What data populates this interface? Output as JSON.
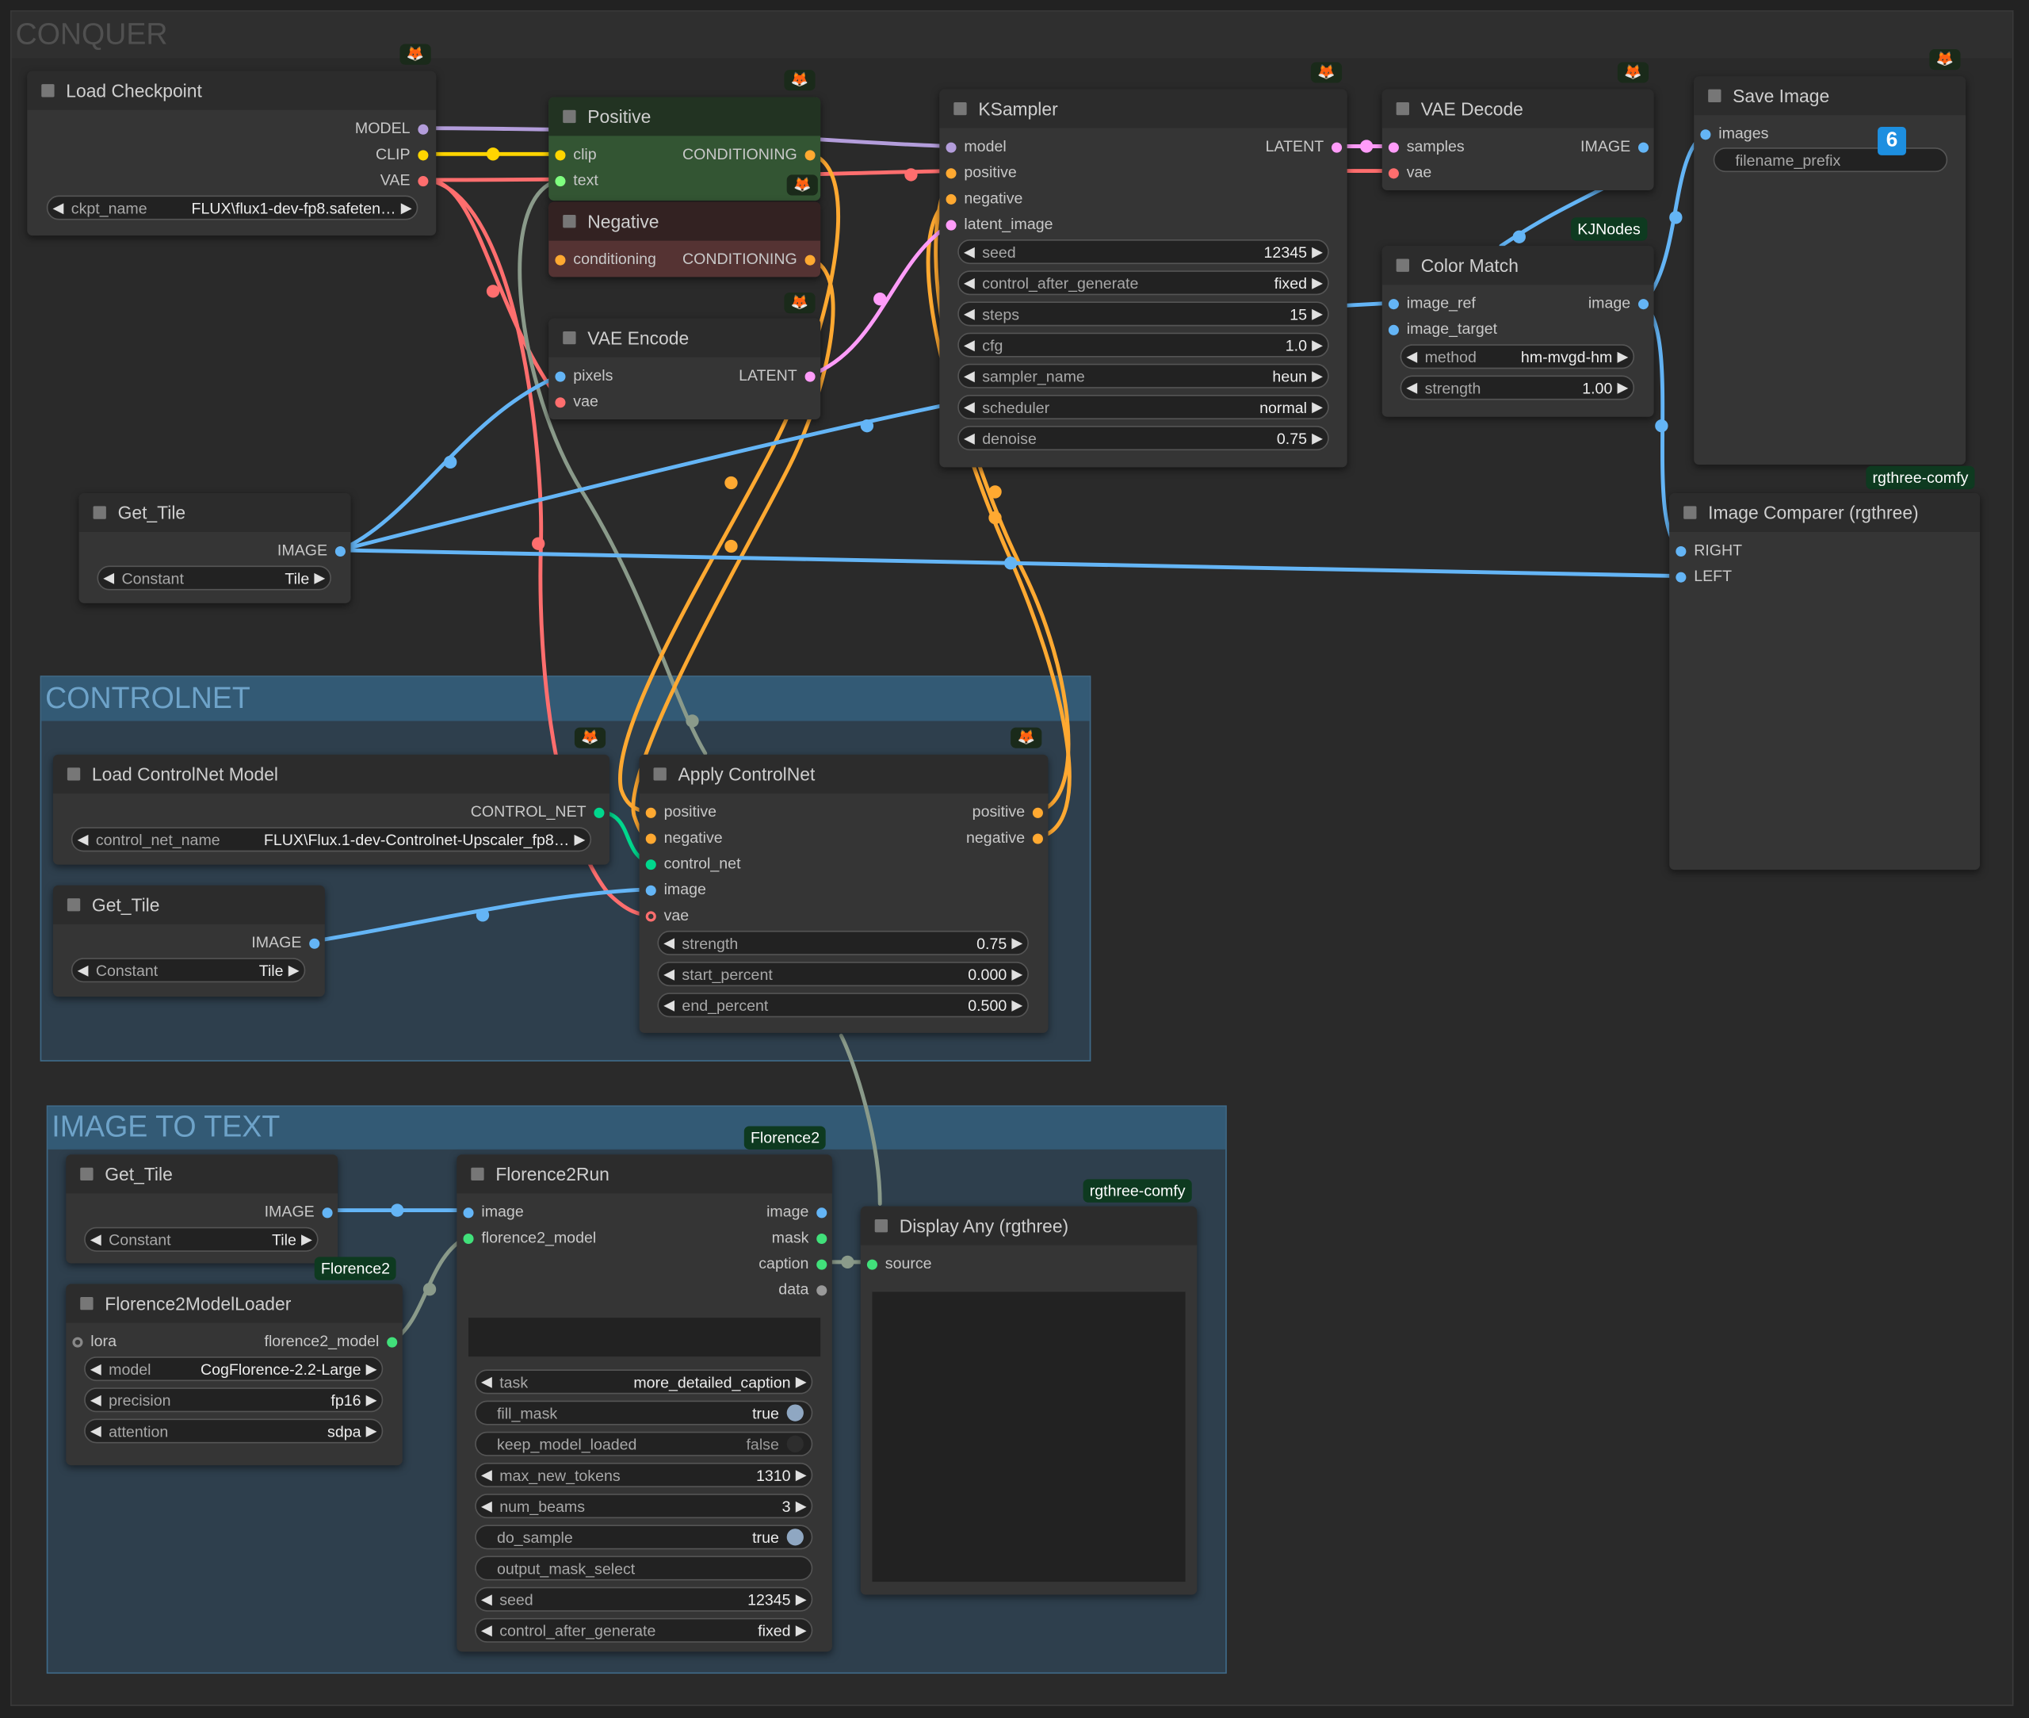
{
  "groups": {
    "conquer": "CONQUER",
    "controlnet": "CONTROLNET",
    "image_to_text": "IMAGE TO TEXT"
  },
  "badges": {
    "kjnodes": "KJNodes",
    "rgthree_compare": "rgthree-comfy",
    "rgthree_display": "rgthree-comfy",
    "florence2_run": "Florence2",
    "florence2_loader": "Florence2",
    "save_count": "6"
  },
  "nodes": {
    "load_checkpoint": {
      "title": "Load Checkpoint",
      "outputs": [
        "MODEL",
        "CLIP",
        "VAE"
      ],
      "ckpt_name_label": "ckpt_name",
      "ckpt_name_value": "FLUX\\flux1-dev-fp8.safeten…"
    },
    "positive": {
      "title": "Positive",
      "in_clip": "clip",
      "in_text": "text",
      "out": "CONDITIONING"
    },
    "negative": {
      "title": "Negative",
      "in": "conditioning",
      "out": "CONDITIONING"
    },
    "vae_encode": {
      "title": "VAE Encode",
      "in_pixels": "pixels",
      "in_vae": "vae",
      "out": "LATENT"
    },
    "ksampler": {
      "title": "KSampler",
      "inputs": [
        "model",
        "positive",
        "negative",
        "latent_image"
      ],
      "out": "LATENT",
      "widgets": [
        {
          "name": "seed",
          "value": "12345"
        },
        {
          "name": "control_after_generate",
          "value": "fixed"
        },
        {
          "name": "steps",
          "value": "15"
        },
        {
          "name": "cfg",
          "value": "1.0"
        },
        {
          "name": "sampler_name",
          "value": "heun"
        },
        {
          "name": "scheduler",
          "value": "normal"
        },
        {
          "name": "denoise",
          "value": "0.75"
        }
      ]
    },
    "vae_decode": {
      "title": "VAE Decode",
      "in_samples": "samples",
      "in_vae": "vae",
      "out": "IMAGE"
    },
    "color_match": {
      "title": "Color Match",
      "in_ref": "image_ref",
      "in_target": "image_target",
      "out": "image",
      "method_label": "method",
      "method_value": "hm-mvgd-hm",
      "strength_label": "strength",
      "strength_value": "1.00"
    },
    "save_image": {
      "title": "Save Image",
      "in": "images",
      "prefix": "filename_prefix"
    },
    "image_comparer": {
      "title": "Image Comparer (rgthree)",
      "in_right": "RIGHT",
      "in_left": "LEFT"
    },
    "get_tile_1": {
      "title": "Get_Tile",
      "out": "IMAGE",
      "label": "Constant",
      "value": "Tile"
    },
    "load_controlnet": {
      "title": "Load ControlNet Model",
      "out": "CONTROL_NET",
      "label": "control_net_name",
      "value": "FLUX\\Flux.1-dev-Controlnet-Upscaler_fp8…"
    },
    "get_tile_2": {
      "title": "Get_Tile",
      "out": "IMAGE",
      "label": "Constant",
      "value": "Tile"
    },
    "apply_controlnet": {
      "title": "Apply ControlNet",
      "inputs": [
        "positive",
        "negative",
        "control_net",
        "image",
        "vae"
      ],
      "out_positive": "positive",
      "out_negative": "negative",
      "widgets": [
        {
          "name": "strength",
          "value": "0.75"
        },
        {
          "name": "start_percent",
          "value": "0.000"
        },
        {
          "name": "end_percent",
          "value": "0.500"
        }
      ]
    },
    "get_tile_3": {
      "title": "Get_Tile",
      "out": "IMAGE",
      "label": "Constant",
      "value": "Tile"
    },
    "florence2_loader": {
      "title": "Florence2ModelLoader",
      "in": "lora",
      "out": "florence2_model",
      "widgets": [
        {
          "name": "model",
          "value": "CogFlorence-2.2-Large"
        },
        {
          "name": "precision",
          "value": "fp16"
        },
        {
          "name": "attention",
          "value": "sdpa"
        }
      ]
    },
    "florence2_run": {
      "title": "Florence2Run",
      "in_image": "image",
      "in_model": "florence2_model",
      "outputs": [
        "image",
        "mask",
        "caption",
        "data"
      ],
      "widgets": [
        {
          "name": "task",
          "value": "more_detailed_caption",
          "kind": "combo"
        },
        {
          "name": "fill_mask",
          "value": "true",
          "kind": "toggle",
          "on": true
        },
        {
          "name": "keep_model_loaded",
          "value": "false",
          "kind": "toggle",
          "on": false
        },
        {
          "name": "max_new_tokens",
          "value": "1310",
          "kind": "number"
        },
        {
          "name": "num_beams",
          "value": "3",
          "kind": "number"
        },
        {
          "name": "do_sample",
          "value": "true",
          "kind": "toggle",
          "on": true
        },
        {
          "name": "output_mask_select",
          "value": "",
          "kind": "text"
        },
        {
          "name": "seed",
          "value": "12345",
          "kind": "number"
        },
        {
          "name": "control_after_generate",
          "value": "fixed",
          "kind": "combo"
        }
      ]
    },
    "display_any": {
      "title": "Display Any (rgthree)",
      "in": "source"
    }
  },
  "colors": {
    "model": "#b39ddb",
    "clip": "#ffd500",
    "vae": "#ff6e6e",
    "conditioning": "#ffa931",
    "latent": "#ff9cf9",
    "image": "#64b5f6",
    "control_net": "#00d78d",
    "text": "#7fff7f",
    "florence": "#41e07a",
    "gray": "#8a9a8a"
  }
}
